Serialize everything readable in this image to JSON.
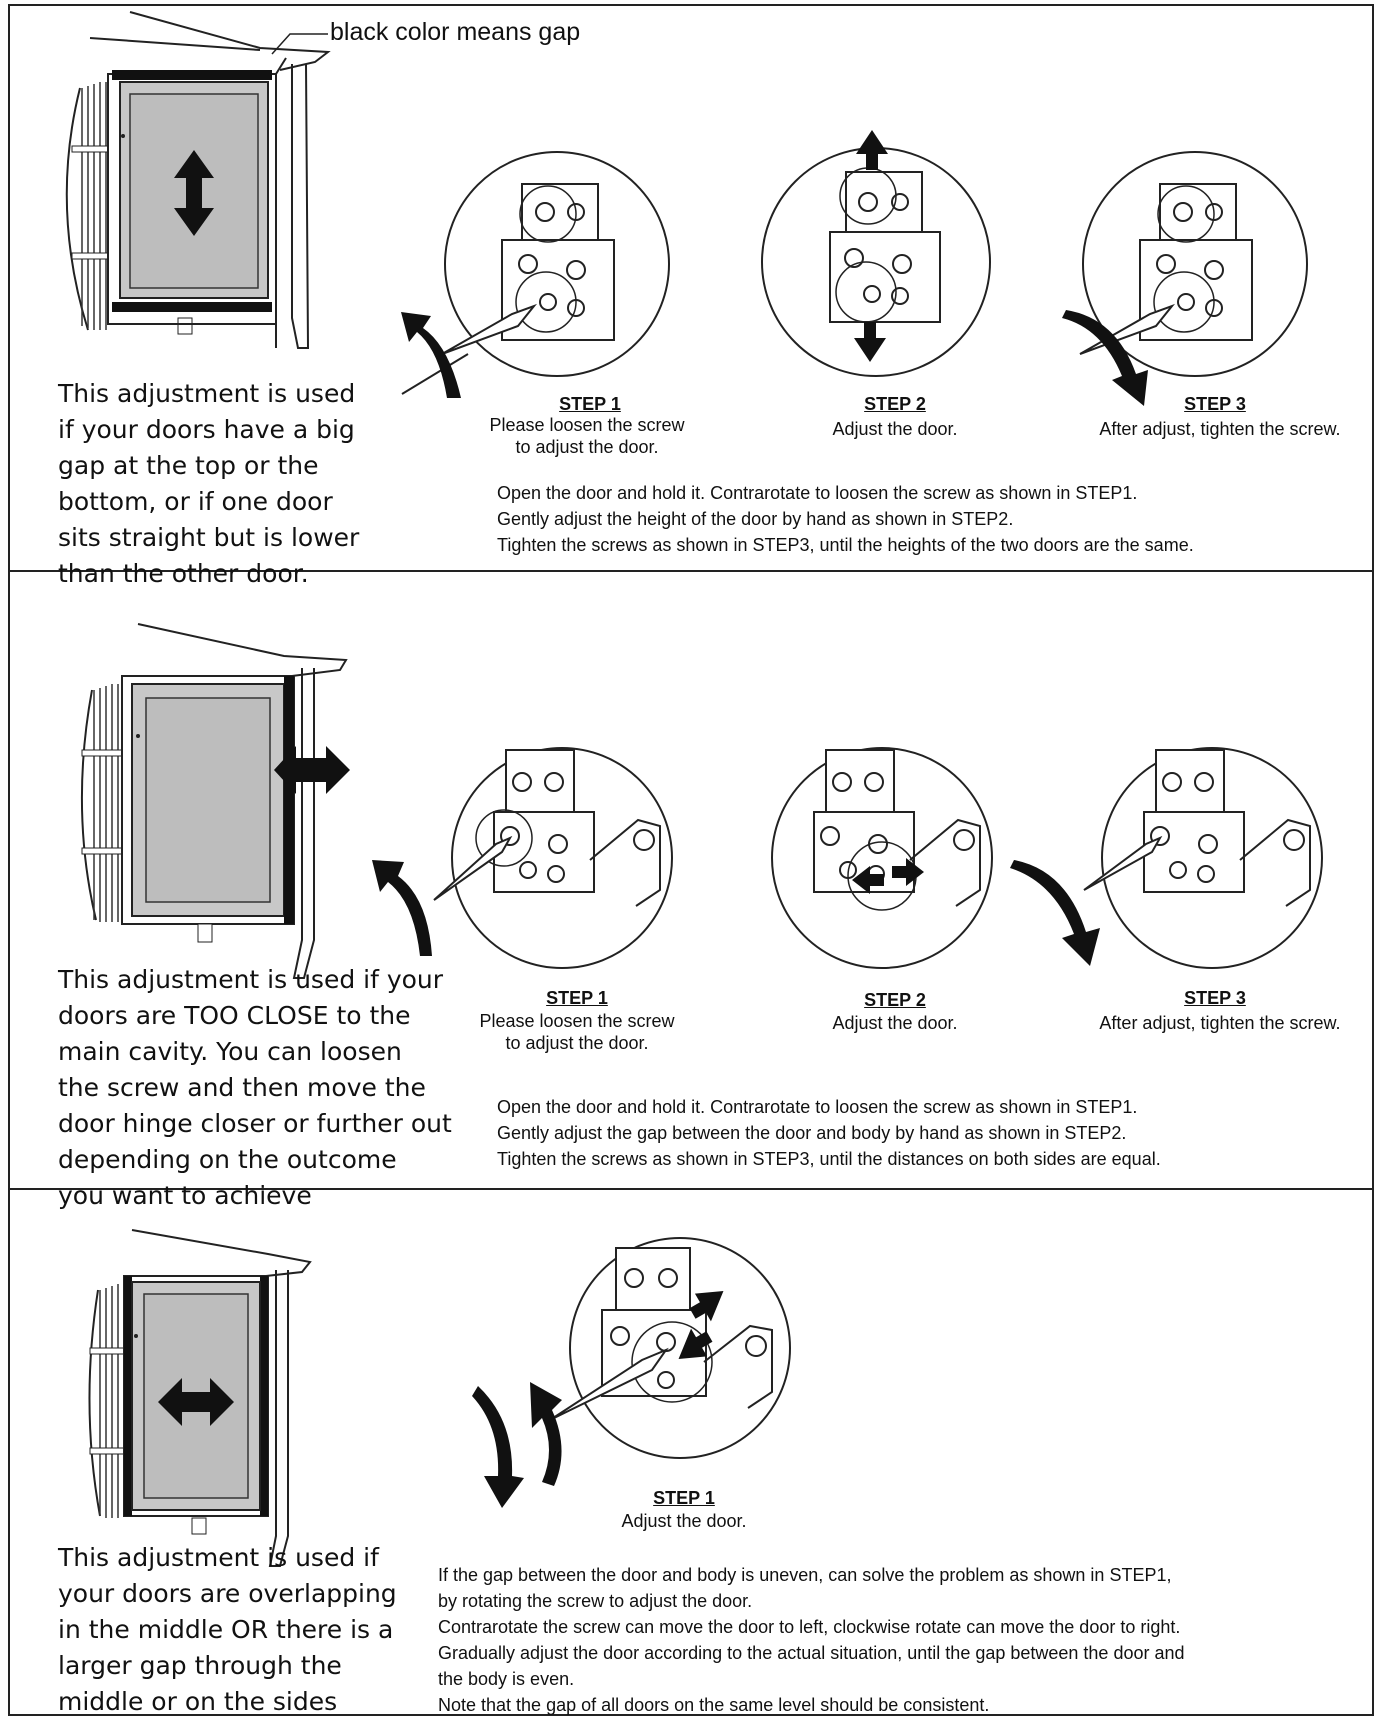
{
  "header_note": "black color means gap",
  "sections": [
    {
      "description": "This adjustment is used\nif your doors have a big\ngap at the top or the\nbottom, or if one door\nsits straight but is lower\nthan the other door.",
      "steps": [
        {
          "title": "STEP 1",
          "caption": "Please loosen the screw\nto adjust the door."
        },
        {
          "title": "STEP 2",
          "caption": "Adjust the door."
        },
        {
          "title": "STEP 3",
          "caption": "After adjust, tighten the screw."
        }
      ],
      "instructions": [
        "Open the door and hold it. Contrarotate to loosen the screw as shown in STEP1.",
        "Gently adjust the height of the door by hand as shown in STEP2.",
        "Tighten the screws as shown in STEP3, until the heights of the two doors are the same."
      ]
    },
    {
      "description": "This adjustment is used if your\ndoors are  TOO CLOSE to the\nmain cavity. You can loosen\nthe screw and then move the\ndoor hinge closer or further out\ndepending on the outcome\nyou want to achieve",
      "steps": [
        {
          "title": "STEP 1",
          "caption": "Please loosen the screw\nto adjust the door."
        },
        {
          "title": "STEP 2",
          "caption": "Adjust the door."
        },
        {
          "title": "STEP 3",
          "caption": "After adjust, tighten the screw."
        }
      ],
      "instructions": [
        "Open the door and hold it. Contrarotate to loosen the screw as shown in STEP1.",
        "Gently adjust the gap between the door and body by hand as shown in STEP2.",
        "Tighten the screws as shown in STEP3, until the distances on both sides are equal."
      ]
    },
    {
      "description": "This adjustment is used if\nyour doors are overlapping\nin the middle OR there is a\nlarger gap through the\nmiddle or on the sides",
      "steps": [
        {
          "title": "STEP 1",
          "caption": "Adjust the door."
        }
      ],
      "instructions": [
        "If the gap between the door and body is uneven, can solve the problem as shown in STEP1,",
        "by rotating the screw to adjust the door.",
        "Contrarotate the screw can move the door to left, clockwise rotate can move the door to  right.",
        "Gradually adjust the door according to the actual situation, until the gap between the door and",
        "the body is even.",
        "Note that the gap of all doors on the same level should be consistent."
      ]
    }
  ]
}
